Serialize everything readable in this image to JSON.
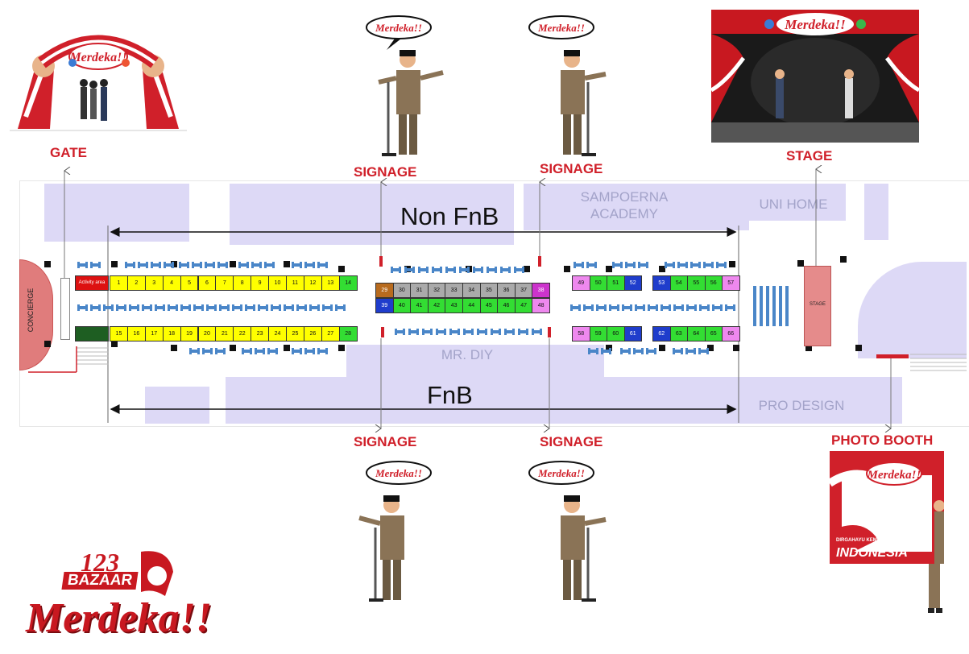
{
  "labels": {
    "gate": "GATE",
    "signage_top_left": "SIGNAGE",
    "signage_top_right": "SIGNAGE",
    "signage_bottom_left": "SIGNAGE",
    "signage_bottom_right": "SIGNAGE",
    "stage": "STAGE",
    "photo_booth": "PHOTO BOOTH",
    "non_fnb": "Non FnB",
    "fnb": "FnB"
  },
  "zones": {
    "sampoerna": "SAMPOERNA\nACADEMY",
    "uni_home": "UNI HOME",
    "mr_diy": "MR. DIY",
    "pro_design": "PRO DESIGN",
    "concierge": "CONCIERGE",
    "stage_block": "STAGE",
    "activity_area": "Activity area"
  },
  "logo": {
    "number": "123",
    "word1": "BAZAAR",
    "word2": "Merdeka!!"
  },
  "photo_booth_frame": {
    "line1": "DIRGAHAYU KEMERDEKAAN",
    "line2": "INDONESIA"
  },
  "booths": [
    {
      "n": "1",
      "c": "#ffff00"
    },
    {
      "n": "2",
      "c": "#ffff00"
    },
    {
      "n": "3",
      "c": "#ffff00"
    },
    {
      "n": "4",
      "c": "#ffff00"
    },
    {
      "n": "5",
      "c": "#ffff00"
    },
    {
      "n": "6",
      "c": "#ffff00"
    },
    {
      "n": "7",
      "c": "#ffff00"
    },
    {
      "n": "8",
      "c": "#ffff00"
    },
    {
      "n": "9",
      "c": "#ffff00"
    },
    {
      "n": "10",
      "c": "#ffff00"
    },
    {
      "n": "11",
      "c": "#ffff00"
    },
    {
      "n": "12",
      "c": "#ffff00"
    },
    {
      "n": "13",
      "c": "#ffff00"
    },
    {
      "n": "14",
      "c": "#33dd33"
    },
    {
      "n": "15",
      "c": "#ffff00"
    },
    {
      "n": "16",
      "c": "#ffff00"
    },
    {
      "n": "17",
      "c": "#ffff00"
    },
    {
      "n": "18",
      "c": "#ffff00"
    },
    {
      "n": "19",
      "c": "#ffff00"
    },
    {
      "n": "20",
      "c": "#ffff00"
    },
    {
      "n": "21",
      "c": "#ffff00"
    },
    {
      "n": "22",
      "c": "#ffff00"
    },
    {
      "n": "23",
      "c": "#ffff00"
    },
    {
      "n": "24",
      "c": "#ffff00"
    },
    {
      "n": "25",
      "c": "#ffff00"
    },
    {
      "n": "26",
      "c": "#ffff00"
    },
    {
      "n": "27",
      "c": "#ffff00"
    },
    {
      "n": "28",
      "c": "#33dd33"
    },
    {
      "n": "29",
      "c": "#b86b1e"
    },
    {
      "n": "30",
      "c": "#aaaaaa"
    },
    {
      "n": "31",
      "c": "#aaaaaa"
    },
    {
      "n": "32",
      "c": "#aaaaaa"
    },
    {
      "n": "33",
      "c": "#aaaaaa"
    },
    {
      "n": "34",
      "c": "#aaaaaa"
    },
    {
      "n": "35",
      "c": "#aaaaaa"
    },
    {
      "n": "36",
      "c": "#aaaaaa"
    },
    {
      "n": "37",
      "c": "#aaaaaa"
    },
    {
      "n": "38",
      "c": "#cc33cc"
    },
    {
      "n": "39",
      "c": "#1f3dcc"
    },
    {
      "n": "40",
      "c": "#33dd33"
    },
    {
      "n": "41",
      "c": "#33dd33"
    },
    {
      "n": "42",
      "c": "#33dd33"
    },
    {
      "n": "43",
      "c": "#33dd33"
    },
    {
      "n": "44",
      "c": "#33dd33"
    },
    {
      "n": "45",
      "c": "#33dd33"
    },
    {
      "n": "46",
      "c": "#33dd33"
    },
    {
      "n": "47",
      "c": "#33dd33"
    },
    {
      "n": "48",
      "c": "#ee88ee"
    },
    {
      "n": "49",
      "c": "#ee88ee"
    },
    {
      "n": "50",
      "c": "#33dd33"
    },
    {
      "n": "51",
      "c": "#33dd33"
    },
    {
      "n": "52",
      "c": "#1f3dcc"
    },
    {
      "n": "53",
      "c": "#1f3dcc"
    },
    {
      "n": "54",
      "c": "#33dd33"
    },
    {
      "n": "55",
      "c": "#33dd33"
    },
    {
      "n": "56",
      "c": "#33dd33"
    },
    {
      "n": "57",
      "c": "#ee88ee"
    },
    {
      "n": "58",
      "c": "#ee88ee"
    },
    {
      "n": "59",
      "c": "#33dd33"
    },
    {
      "n": "60",
      "c": "#33dd33"
    },
    {
      "n": "61",
      "c": "#1f3dcc"
    },
    {
      "n": "62",
      "c": "#1f3dcc"
    },
    {
      "n": "63",
      "c": "#33dd33"
    },
    {
      "n": "64",
      "c": "#33dd33"
    },
    {
      "n": "65",
      "c": "#33dd33"
    },
    {
      "n": "66",
      "c": "#ee88ee"
    }
  ],
  "colors": {
    "accent_red": "#d0202a",
    "zone_lavender": "#ddd9f6",
    "table_blue": "#4a86c8"
  }
}
